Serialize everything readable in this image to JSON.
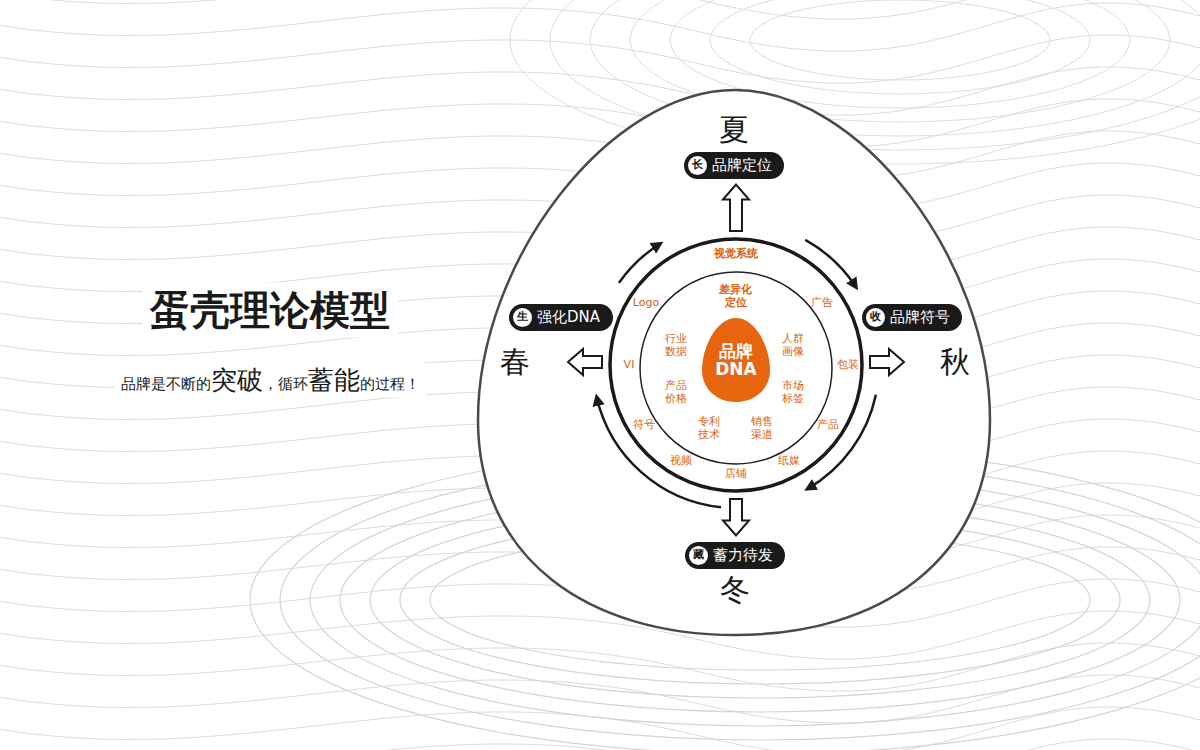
{
  "diagram": {
    "title": "蛋壳理论模型",
    "nodes": [
      {
        "text": [
          "夏",
          "品牌定位"
        ]
      },
      {
        "text": [
          "长"
        ],
        "in": 0
      },
      {
        "text": [
          "春",
          "强化DNA"
        ]
      },
      {
        "text": [
          "生"
        ],
        "in": 2
      },
      {
        "text": [
          "秋",
          "品牌符号"
        ]
      },
      {
        "text": [
          "收"
        ],
        "in": 4
      },
      {
        "text": [
          "视觉系统",
          "Logo",
          "广告",
          "VI",
          "包装",
          "符号",
          "产品",
          "视频",
          "店铺",
          "纸媒"
        ]
      },
      {
        "text": [
          "差异化 定位",
          "行业 数据",
          "人群 画像",
          "产品 价格",
          "市场 标签",
          "专利 技术",
          "销售 渠道"
        ],
        "in": 6
      },
      {
        "text": [
          "品牌 DNA"
        ],
        "in": 7
      },
      {
        "text": [
          "冬",
          "蓄力待发"
        ]
      },
      {
        "text": [
          "藏"
        ],
        "in": 9
      }
    ],
    "edges": [
      {
        "from": 6,
        "to": 0,
        "arrow": "to"
      },
      {
        "from": 6,
        "to": 2,
        "arrow": "to"
      },
      {
        "from": 6,
        "to": 4,
        "arrow": "to"
      },
      {
        "from": 6,
        "to": 9,
        "arrow": "to"
      }
    ],
    "labels": [
      "品牌是不断的",
      "突破",
      "，循环",
      "蓄能",
      "的过程！"
    ]
  }
}
